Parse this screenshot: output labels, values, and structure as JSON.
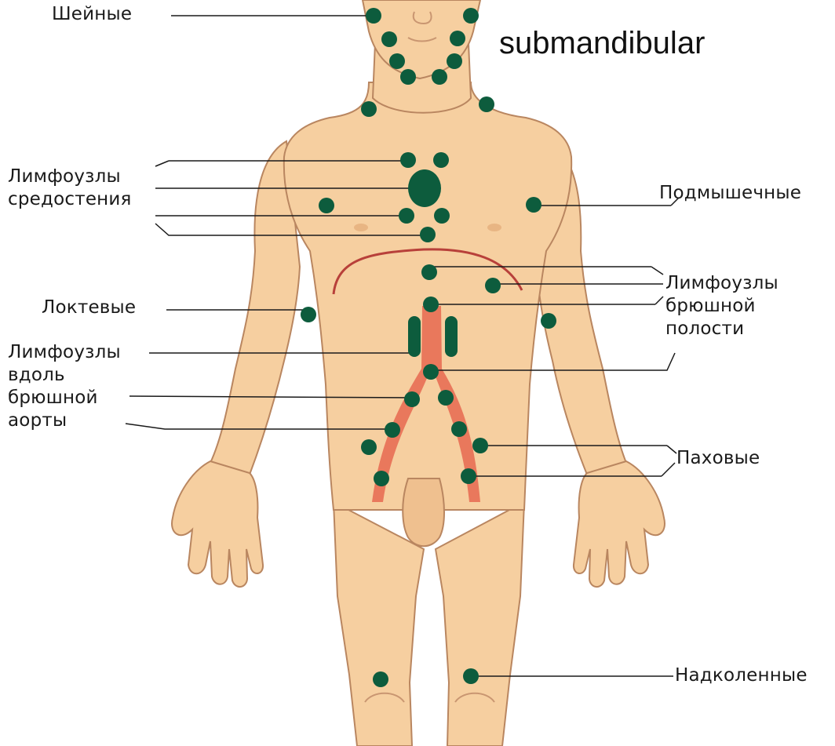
{
  "colors": {
    "skin": "#f6cfa0",
    "skin_shadow": "#e8b583",
    "outline": "#b98660",
    "node": "#0d5c3d",
    "artery": "#e9785c",
    "diaphragm": "#b8403a",
    "leader": "#1a1a1a"
  },
  "overlay_text": "submandibular",
  "labels": {
    "cervical": "Шейные",
    "mediastinal": "Лимфоузлы\nсредостения",
    "axillary": "Подмышечные",
    "abdominal": "Лимфоузлы\nбрюшной\nполости",
    "cubital": "Локтевые",
    "aortic": "Лимфоузлы\nвдоль\nбрюшной\nаорты",
    "inguinal": "Паховые",
    "popliteal": "Надколенные"
  },
  "icons": {
    "lymph_node": "lymph-node-dot-icon"
  }
}
